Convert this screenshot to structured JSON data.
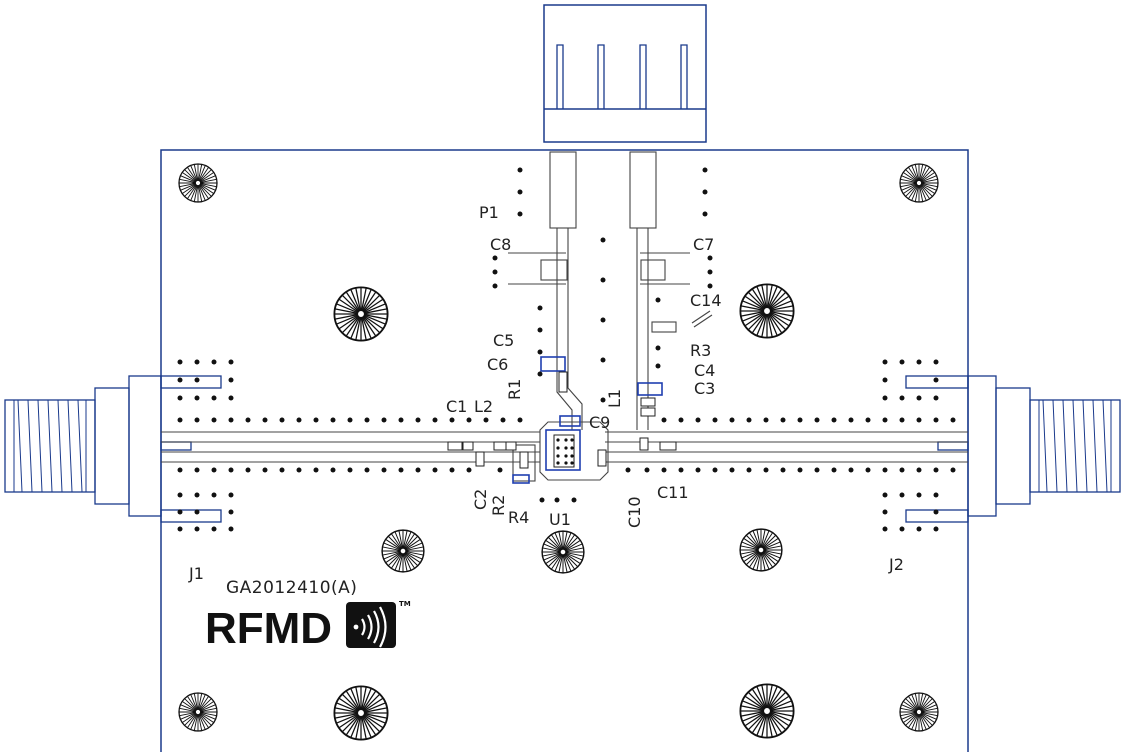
{
  "board": {
    "marking": "GA2012410(A)",
    "logo_text": "RFMD",
    "logo_tm": "TM",
    "colors": {
      "outline": "#1a3a8c",
      "trace": "#444444",
      "via": "#111111",
      "pad_blue": "#1f3fb0"
    }
  },
  "labels": [
    {
      "id": "P1",
      "text": "P1"
    },
    {
      "id": "C8",
      "text": "C8"
    },
    {
      "id": "C7",
      "text": "C7"
    },
    {
      "id": "C14",
      "text": "C14"
    },
    {
      "id": "R3",
      "text": "R3"
    },
    {
      "id": "C5",
      "text": "C5"
    },
    {
      "id": "C6",
      "text": "C6"
    },
    {
      "id": "R1",
      "text": "R1"
    },
    {
      "id": "L1",
      "text": "L1"
    },
    {
      "id": "C4",
      "text": "C4"
    },
    {
      "id": "C3",
      "text": "C3"
    },
    {
      "id": "C1",
      "text": "C1"
    },
    {
      "id": "L2",
      "text": "L2"
    },
    {
      "id": "C9",
      "text": "C9"
    },
    {
      "id": "C2",
      "text": "C2"
    },
    {
      "id": "R2",
      "text": "R2"
    },
    {
      "id": "R4",
      "text": "R4"
    },
    {
      "id": "U1",
      "text": "U1"
    },
    {
      "id": "C10",
      "text": "C10"
    },
    {
      "id": "C11",
      "text": "C11"
    },
    {
      "id": "J1",
      "text": "J1"
    },
    {
      "id": "J2",
      "text": "J2"
    }
  ],
  "icons": [
    "mounting-hole-icon",
    "via-icon",
    "sma-connector-icon",
    "header-connector-icon",
    "rfmd-wave-icon"
  ]
}
